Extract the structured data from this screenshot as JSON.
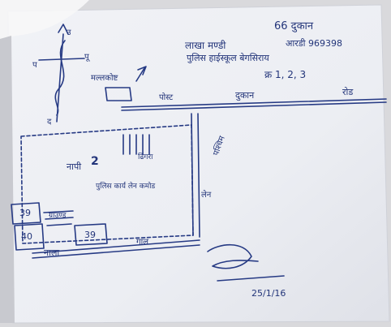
{
  "header": {
    "plot_number": "66 दुकान",
    "name_line": "लाखा मण्डी",
    "account_line": "आरडी 969398",
    "place_line": "पुलिस हाईस्कूल बेगसिराय",
    "plot_refs": "क्र 1, 2, 3"
  },
  "compass": {
    "north": "उ",
    "east": "पू",
    "west": "प",
    "south": "द"
  },
  "road": {
    "top_left": "मल्लकोष्ट",
    "mid": "पोस्ट",
    "label": "दुकान",
    "end": "रोड"
  },
  "plot": {
    "room_label": "नापी",
    "room_number": "2",
    "side_label": "ढिंगरा",
    "west_label": "पश्चिम",
    "inner_label": "पुलिस कार्य लेन कमोड",
    "box_a": "39",
    "box_b": "40",
    "box_c": "39",
    "bottom_left": "ग्राउण्ड",
    "bottom_mid": "गाल",
    "bottom_label": "नाला",
    "right_label": "लेन"
  },
  "signature": {
    "date_line": "25/1/16"
  }
}
